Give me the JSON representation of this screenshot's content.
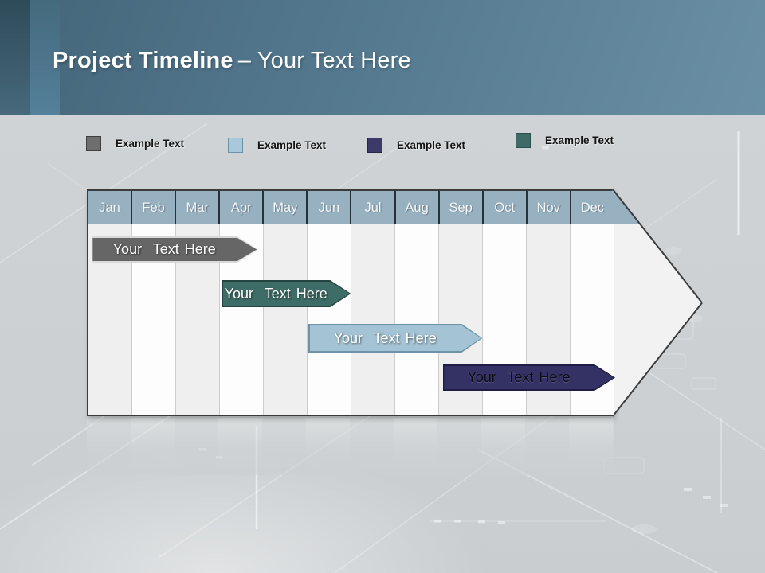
{
  "slide": {
    "title_primary": "Project Timeline",
    "title_secondary": "– Your Text Here"
  },
  "legend": {
    "items": [
      {
        "label": "Example Text",
        "color": "#6e6e6e",
        "border": "#3f3f3f"
      },
      {
        "label": "Example Text",
        "color": "#a9c9da",
        "border": "#6c93a8"
      },
      {
        "label": "Example Text",
        "color": "#3c3a68",
        "border": "#27254c"
      },
      {
        "label": "Example Text",
        "color": "#3e6b66",
        "border": "#27514c"
      }
    ]
  },
  "chart_data": {
    "type": "bar",
    "subtype": "gantt-timeline-arrow",
    "title": "Project Timeline – Your Text Here",
    "legend_position": "top",
    "axis_range_months": [
      0,
      12
    ],
    "months": [
      "Jan",
      "Feb",
      "Mar",
      "Apr",
      "May",
      "Jun",
      "Jul",
      "Aug",
      "Sep",
      "Oct",
      "Nov",
      "Dec"
    ],
    "bars": [
      {
        "label": "Your  Text Here",
        "start_month": "Jan",
        "end_month": "Apr",
        "start": 0.05,
        "end": 3.85,
        "fill": "#666666",
        "border": "#d9d9d9",
        "text_color": "#ffffff"
      },
      {
        "label": "Your  Text Here",
        "start_month": "Apr",
        "end_month": "Jun",
        "start": 3.02,
        "end": 5.97,
        "fill": "#3e6d68",
        "border": "#254341",
        "text_color": "#ffffff"
      },
      {
        "label": "Your  Text Here",
        "start_month": "Jun",
        "end_month": "Sep",
        "start": 5.0,
        "end": 8.97,
        "fill": "#a4c3d4",
        "border": "#6f93a6",
        "text_color": "#ffffff"
      },
      {
        "label": "Your  Text Here",
        "start_month": "Sep",
        "end_month": "Dec",
        "start": 8.07,
        "end": 12.0,
        "fill": "#343165",
        "border": "#1f1d45",
        "text_color": "#0d0d14"
      }
    ],
    "palette": {
      "header_band": "#98b1c1",
      "column_odd": "#efefef",
      "column_even": "#fdfdfd",
      "arrow_head_fill": "#f2f2f2",
      "title_band_top": "#44657a",
      "title_band_bottom": "#6b90a6"
    }
  }
}
